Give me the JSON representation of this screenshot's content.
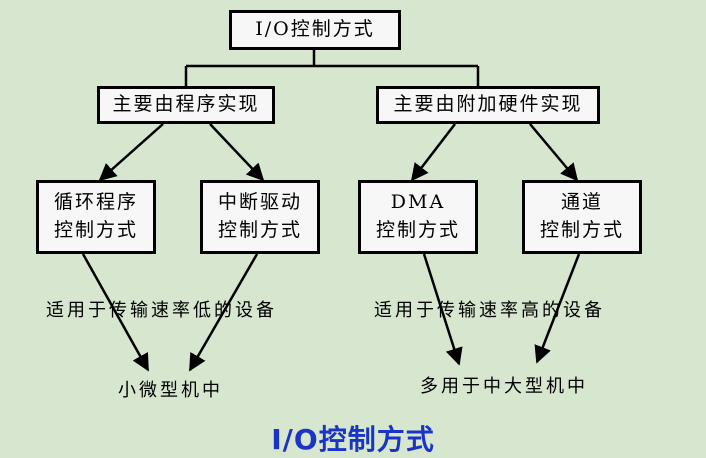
{
  "nodes": {
    "root": "I/O控制方式",
    "left_group": "主要由程序实现",
    "right_group": "主要由附加硬件实现",
    "loop": [
      "循环程序",
      "控制方式"
    ],
    "interrupt": [
      "中断驱动",
      "控制方式"
    ],
    "dma": [
      "DMA",
      "控制方式"
    ],
    "channel": [
      "通道",
      "控制方式"
    ]
  },
  "notes": {
    "left_speed": "适用于传输速率低的设备",
    "right_speed": "适用于传输速率高的设备",
    "left_target": "小微型机中",
    "right_target": "多用于中大型机中"
  },
  "caption": "I/O控制方式",
  "colors": {
    "background": "#d6e6cf",
    "caption": "#1a34c8",
    "line": "#000000"
  }
}
